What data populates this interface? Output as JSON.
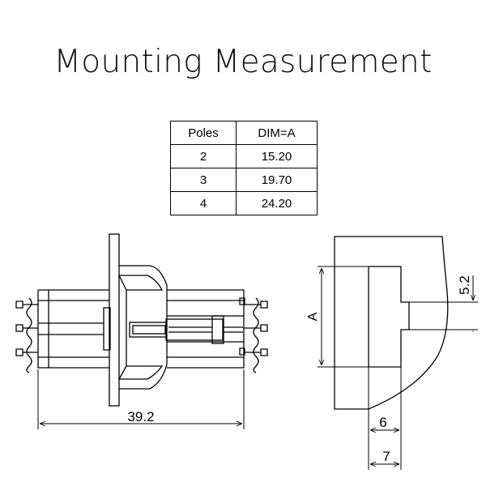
{
  "title": "Mounting Measurement",
  "table": {
    "headers": [
      "Poles",
      "DIM=A"
    ],
    "rows": [
      [
        "2",
        "15.20"
      ],
      [
        "3",
        "19.70"
      ],
      [
        "4",
        "24.20"
      ]
    ]
  },
  "dimensions": {
    "overall_length": "39.2",
    "panel_cutout": "A",
    "height_offset": "5.2",
    "depth_inner": "6",
    "depth_outer": "7"
  }
}
